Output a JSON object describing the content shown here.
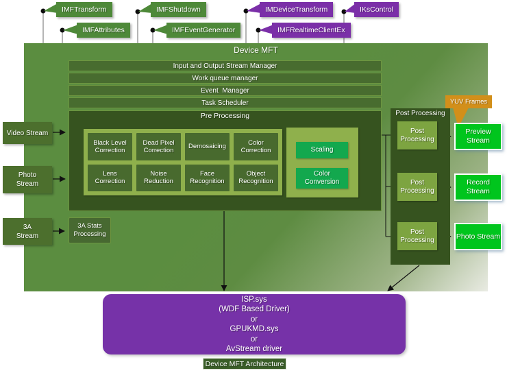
{
  "colors": {
    "main_green": "#5b8d40",
    "dark_green": "#36531f",
    "bar_green": "#486c2f",
    "light_green": "#8fb04c",
    "stage_green": "#486a2e",
    "accent_green": "#13a84e",
    "stream_green": "#00c51d",
    "post_green": "#7da441",
    "input_green": "#4c6f2d",
    "callout_green": "#4e8939",
    "callout_purple": "#7b2fa8",
    "driver_purple": "#7632a8",
    "yuv_orange": "#d28f1a"
  },
  "interface_callouts": [
    "IMFTransform",
    "IMFAttributes",
    "IMFShutdown",
    "IMFEventGenerator",
    "IMDeviceTransform",
    "IMFRealtimeClientEx",
    "IKsControl"
  ],
  "device_mft": {
    "title": "Device MFT",
    "managers": [
      "Input and Output Stream Manager",
      "Work queue manager",
      "Event  Manager",
      "Task Scheduler"
    ],
    "pre_processing": {
      "label": "Pre Processing",
      "stages": [
        "Black Level Correction",
        "Dead Pixel Correction",
        "Demosaicing",
        "Color Correction",
        "Lens Correction",
        "Noise Reduction",
        "Face Recognition",
        "Object Recognition"
      ],
      "accelerated": [
        "Scaling",
        "Color Conversion"
      ]
    },
    "stats_box": "3A Stats Processing",
    "post_processing": {
      "label": "Post Processing",
      "units": [
        "Post Processing",
        "Post Processing",
        "Post Processing"
      ]
    }
  },
  "input_streams": [
    "Video Stream",
    "Photo\nStream",
    "3A\nStream"
  ],
  "output_streams": [
    "Preview Stream",
    "Record Stream",
    "Photo Stream"
  ],
  "yuv_label": "YUV Frames",
  "driver": {
    "lines": [
      "ISP.sys",
      "(WDF Based Driver)",
      "or",
      "GPUKMD.sys",
      "or",
      "AvStream driver"
    ]
  },
  "caption": "Device MFT Architecture"
}
